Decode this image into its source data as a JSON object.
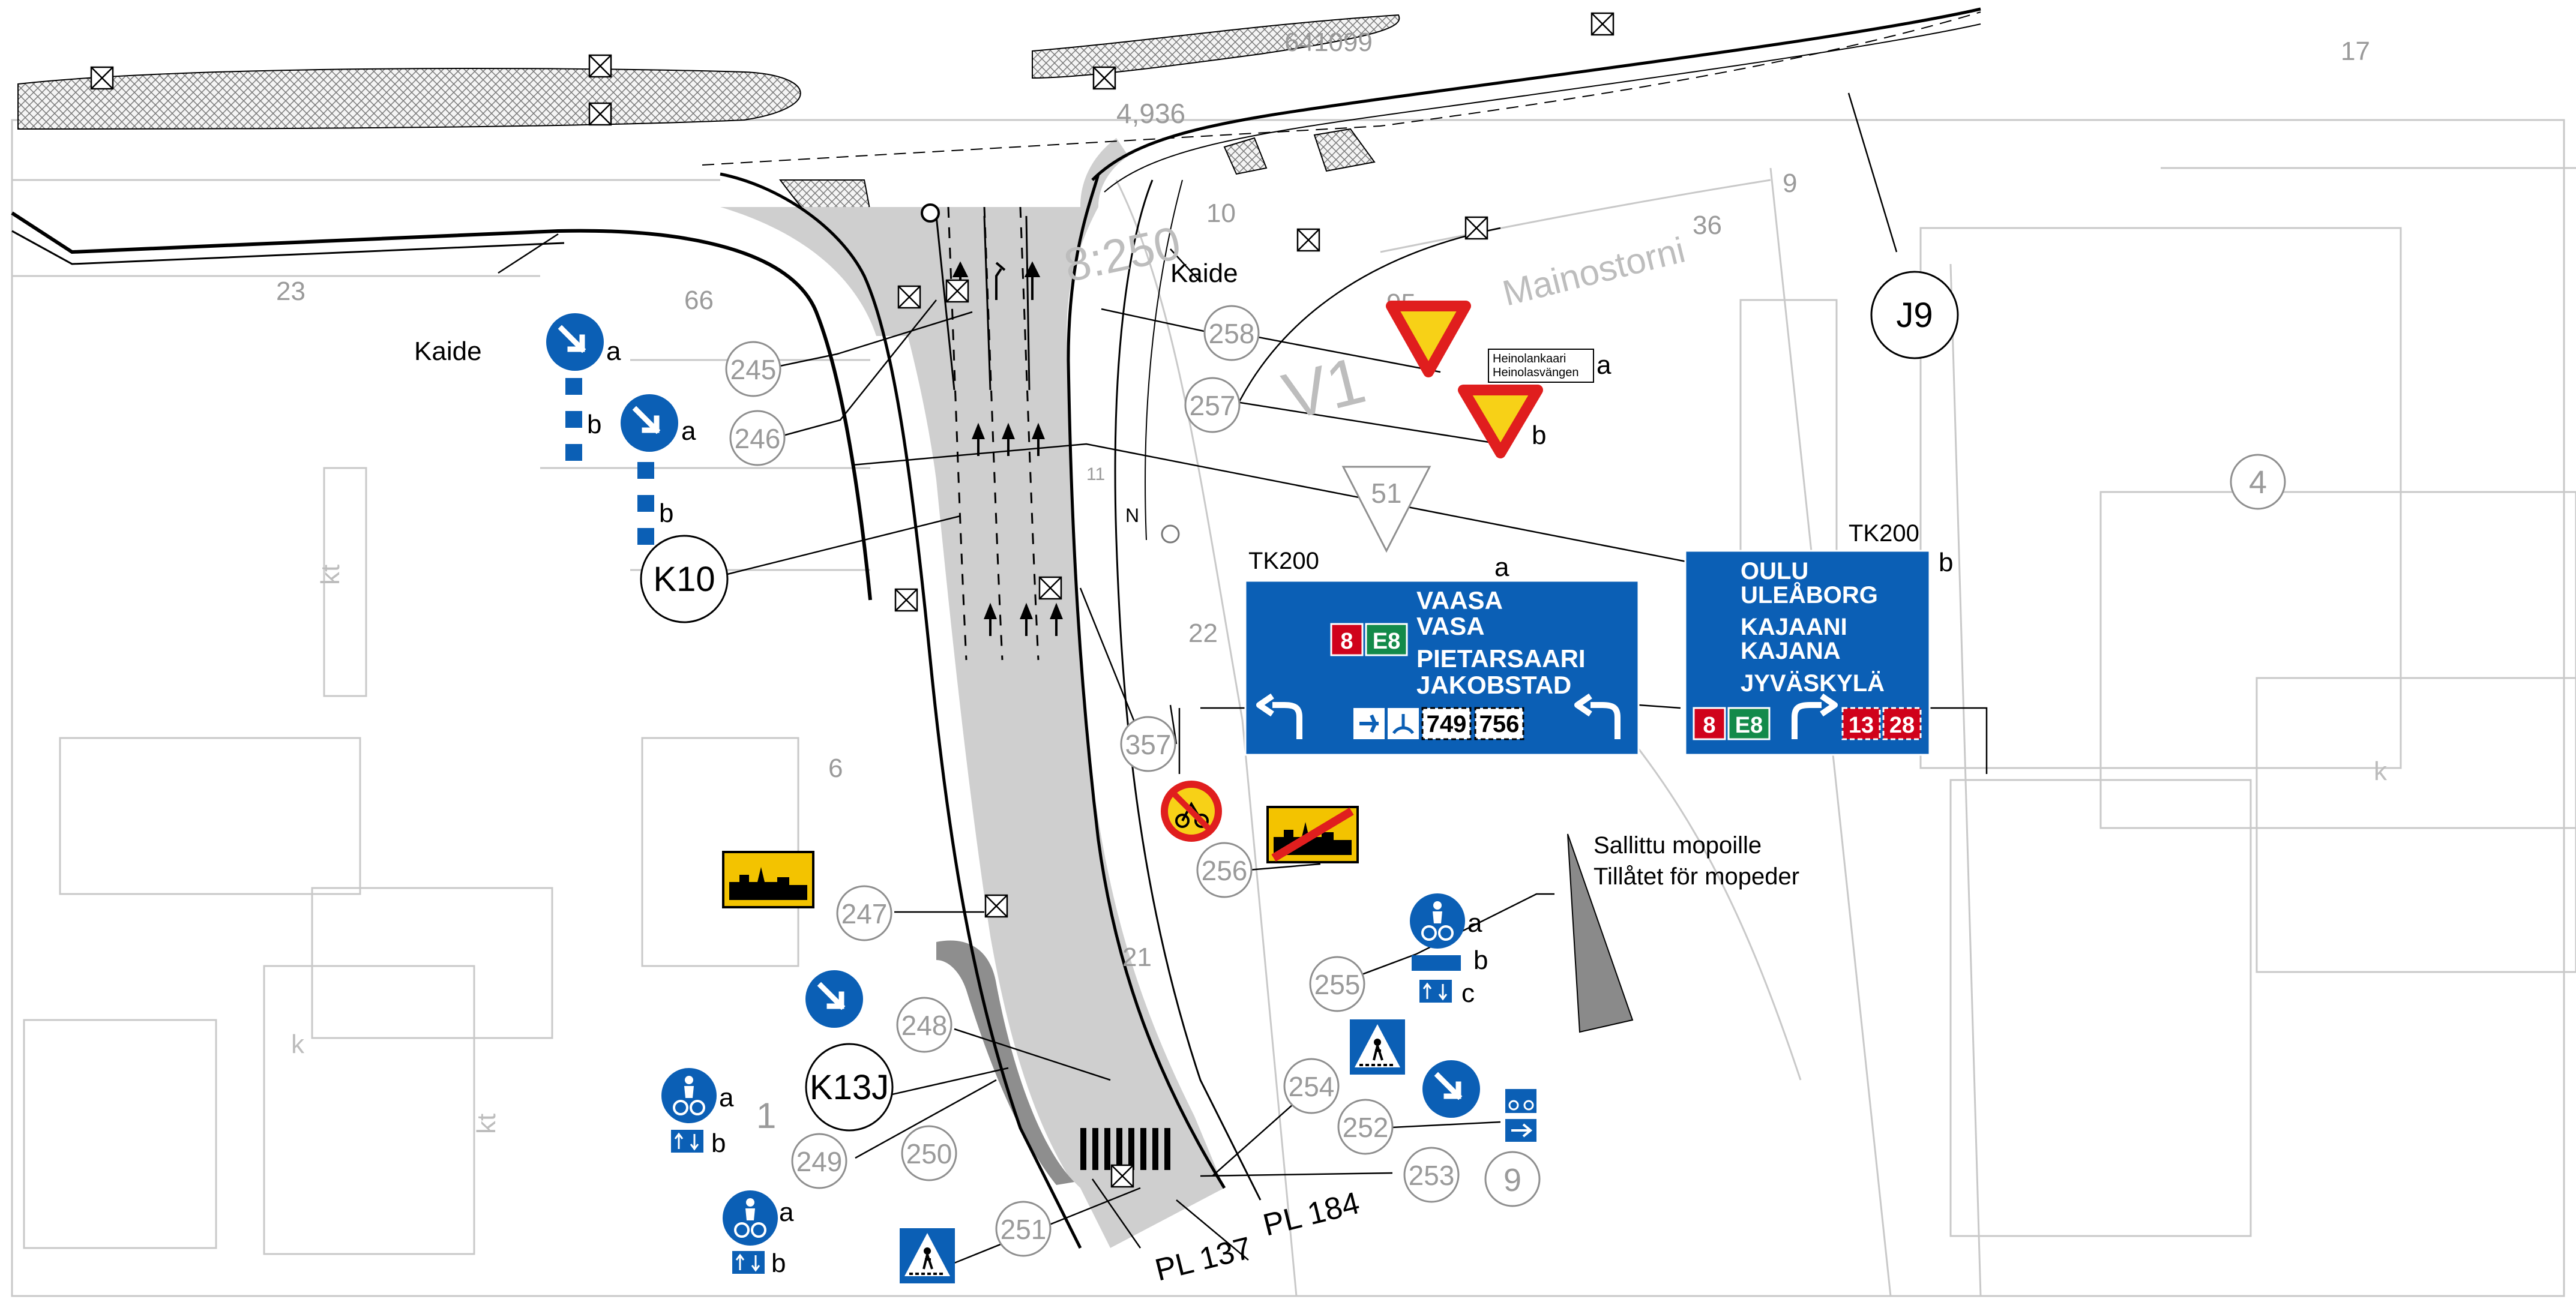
{
  "map_labels": {
    "kaide_left": "Kaide",
    "kaide_right": "Kaide",
    "scale": "8:250",
    "street": "Mainostorni",
    "zone": "V1",
    "north": "N",
    "sallittu_fi": "Sallittu mopoille",
    "sallittu_sv": "Tillåtet för mopeder",
    "pl137": "PL 137",
    "pl184": "PL 184",
    "kt1": "kt",
    "kt2": "kt",
    "k1": "k",
    "k2": "k",
    "street_numbers": [
      "23",
      "66",
      "10",
      "9",
      "36",
      "17",
      "4,936",
      "641099",
      "95",
      "6",
      "22",
      "21",
      "11",
      "1"
    ]
  },
  "sign_ids": {
    "s245": "245",
    "s246": "246",
    "s247": "247",
    "s248": "248",
    "s249": "249",
    "s250": "250",
    "s251": "251",
    "s252": "252",
    "s253": "253",
    "s254": "254",
    "s255": "255",
    "s256": "256",
    "s257": "257",
    "s258": "258",
    "s357": "357",
    "s51": "51",
    "s4": "4",
    "s9": "9"
  },
  "node_labels": {
    "k10": "K10",
    "k13j": "K13J",
    "j9": "J9"
  },
  "letters": {
    "a": "a",
    "b": "b",
    "c": "c"
  },
  "yield_plate": {
    "line1": "Heinolankaari",
    "line2": "Heinolasvängen"
  },
  "tk200_a": {
    "code": "TK200",
    "letter": "a",
    "lines": [
      "VAASA",
      "VASA",
      "PIETARSAARI",
      "JAKOBSTAD"
    ],
    "routes": [
      "8",
      "E8"
    ],
    "roads": [
      "749",
      "756"
    ]
  },
  "tk200_b": {
    "code": "TK200",
    "letter": "b",
    "lines": [
      "OULU",
      "ULEÅBORG",
      "KAJAANI",
      "KAJANA",
      "JYVÄSKYLÄ"
    ],
    "routes": [
      "8",
      "E8"
    ],
    "roads": [
      "13",
      "28"
    ]
  },
  "colors": {
    "sign_blue": "#0b5fb5",
    "route_red": "#d0021b",
    "route_green": "#138a4a",
    "yield_red": "#e01e1e",
    "yield_yellow": "#f7d117",
    "town_yellow": "#f3c300",
    "road_grey": "#cfcfcf"
  }
}
